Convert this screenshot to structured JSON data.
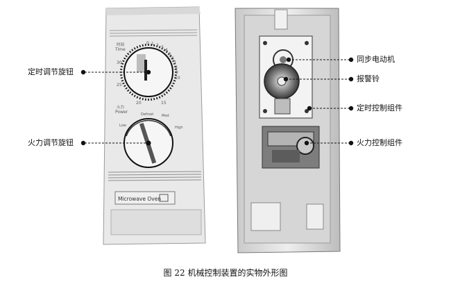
{
  "labels": {
    "timer_knob": "定时调节旋钮",
    "power_knob": "火力调节旋钮",
    "sync_motor": "同步电动机",
    "alarm_bell": "报警铃",
    "timer_assembly": "定时控制组件",
    "power_assembly": "火力控制组件"
  },
  "panel": {
    "time_label": "Time",
    "time_label_cn": "时间",
    "dial_numbers": [
      "0",
      "1",
      "2",
      "3",
      "4",
      "5",
      "6",
      "7",
      "8",
      "9",
      "10",
      "15",
      "20",
      "25",
      "30"
    ],
    "power_label": "Power",
    "power_label_cn": "火力",
    "power_marks": [
      "Defrost",
      "Low",
      "Med",
      "High"
    ],
    "brand_plate": "Microwave Oven"
  },
  "caption": "图 22 机械控制装置的实物外形图"
}
